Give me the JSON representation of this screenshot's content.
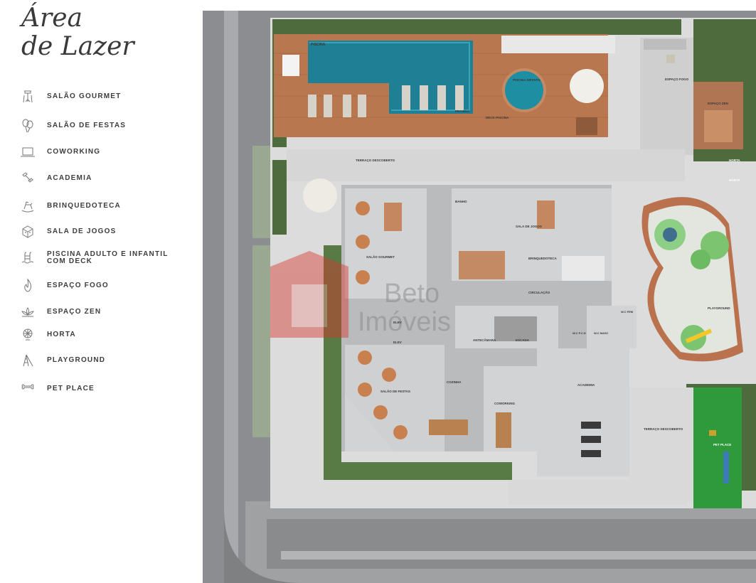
{
  "title": {
    "line1": "Área",
    "line2": "de Lazer"
  },
  "legend": [
    {
      "label": "SALÃO GOURMET",
      "icon": "dining-icon"
    },
    {
      "label": "SALÃO DE FESTAS",
      "icon": "balloons-icon"
    },
    {
      "label": "COWORKING",
      "icon": "laptop-icon"
    },
    {
      "label": "ACADEMIA",
      "icon": "dumbbell-icon"
    },
    {
      "label": "BRINQUEDOTECA",
      "icon": "rocking-horse-icon"
    },
    {
      "label": "SALA DE JOGOS",
      "icon": "dice-icon"
    },
    {
      "label": "PISCINA ADULTO E INFANTIL COM DECK",
      "icon": "pool-ladder-icon"
    },
    {
      "label": "ESPAÇO FOGO",
      "icon": "flame-icon"
    },
    {
      "label": "ESPAÇO ZEN",
      "icon": "lotus-icon"
    },
    {
      "label": "HORTA",
      "icon": "plant-icon"
    },
    {
      "label": "PLAYGROUND",
      "icon": "slide-icon"
    },
    {
      "label": "PET PLACE",
      "icon": "bone-icon"
    }
  ],
  "plan": {
    "rooms": {
      "piscina": "PISCINA",
      "piscina_infantil": "PISCINA INFANTIL",
      "prainha": "PRAINHA",
      "deck_piscina": "DECK PISCINA",
      "espaco_fogo": "ESPAÇO FOGO",
      "espaco_zen": "ESPAÇO ZEN",
      "terraco_descoberto_1": "TERRAÇO DESCOBERTO",
      "horta_1": "HORTA",
      "horta_2": "HORTA",
      "banho": "BANHO",
      "sala_de_jogos": "SALA DE JOGOS",
      "salao_gourmet": "SALÃO GOURMET",
      "brinquedoteca": "BRINQUEDOTECA",
      "circulacao": "CIRCULAÇÃO",
      "playground": "PLAYGROUND",
      "elev_1": "ELEV",
      "elev_2": "ELEV",
      "antecamara": "ANTECÂMARA",
      "escada": "ESCADA",
      "wc_fem": "W.C FEM",
      "wc_pcd": "W.C P.C.D",
      "wc_masc": "W.C MASC",
      "salao_de_festas": "SALÃO DE FESTAS",
      "cozinha": "COZINHA",
      "coworking": "COWORKING",
      "academia": "ACADEMIA",
      "terraco_descoberto_2": "TERRAÇO DESCOBERTO",
      "pet_place": "PET PLACE"
    },
    "watermark": {
      "line1": "Beto",
      "line2": "Imóveis"
    }
  }
}
